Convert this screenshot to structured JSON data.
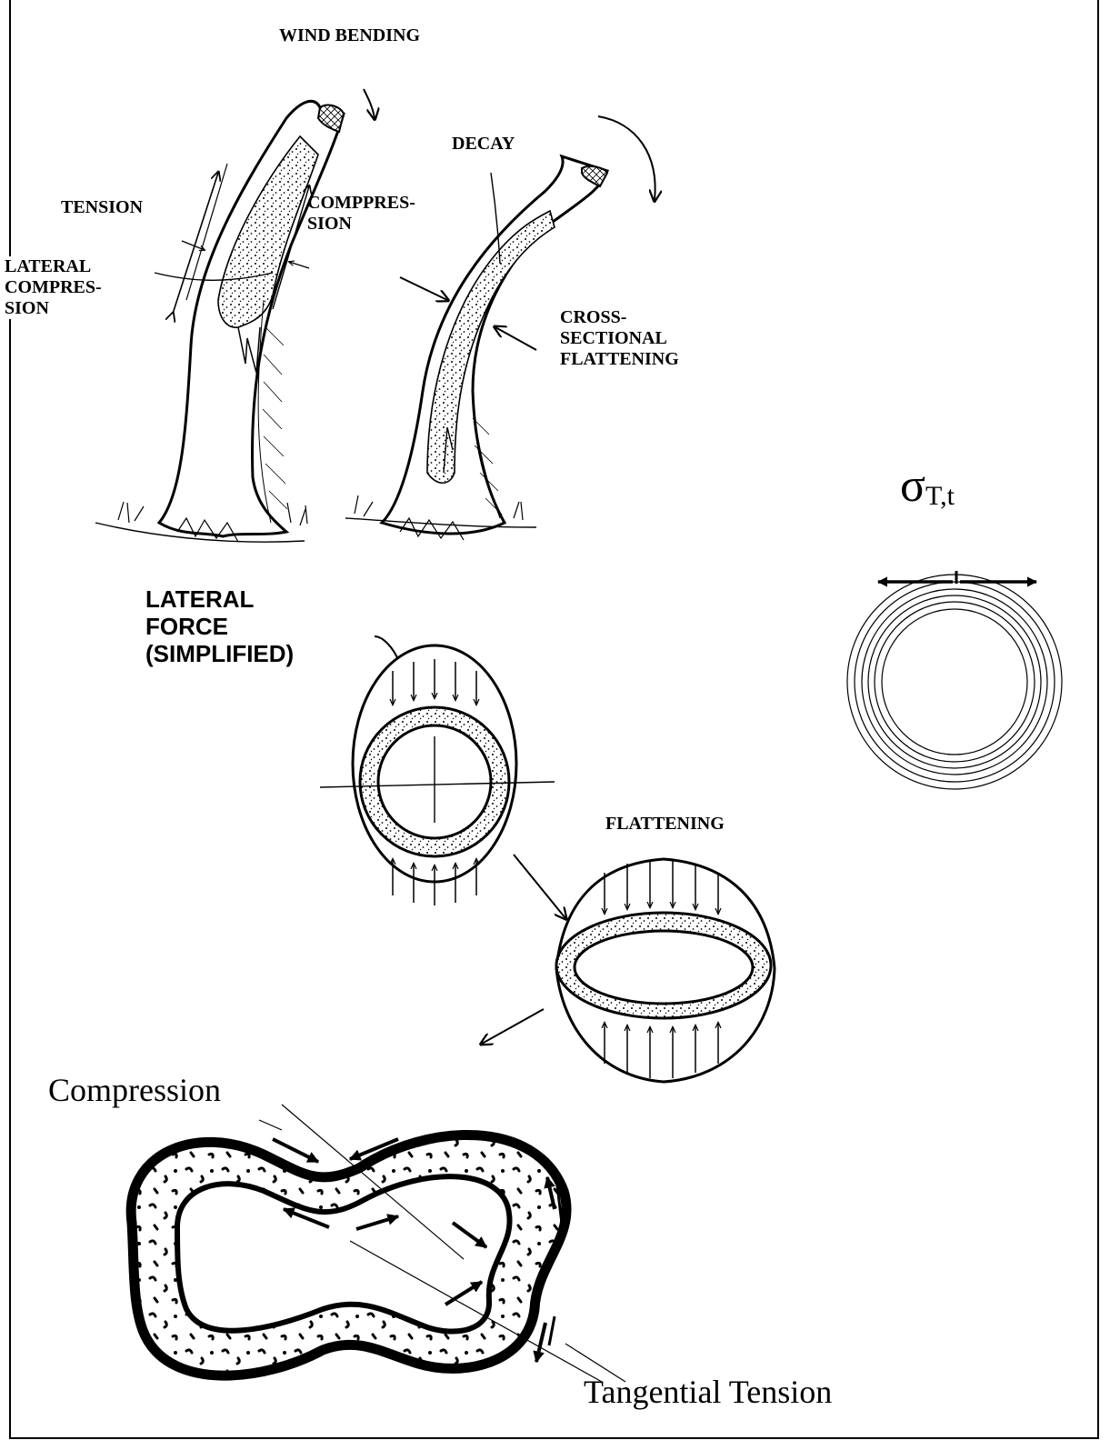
{
  "labels": {
    "wind_bending": "WIND BENDING",
    "tension": "TENSION",
    "compression_top": "COMPPRES-\nSION",
    "lateral_compression": "LATERAL\nCOMPRES-\nSION",
    "decay": "DECAY",
    "cross_sectional_flattening": "CROSS-\nSECTIONAL\nFLATTENING",
    "lateral_force": "LATERAL\nFORCE\n(SIMPLIFIED)",
    "flattening": "FLATTENING",
    "compression": "Compression",
    "tangential_tension": "Tangential Tension"
  },
  "sigma": {
    "symbol": "σ",
    "subscript": "T,t"
  },
  "colors": {
    "ink": "#000000",
    "background": "#ffffff"
  }
}
